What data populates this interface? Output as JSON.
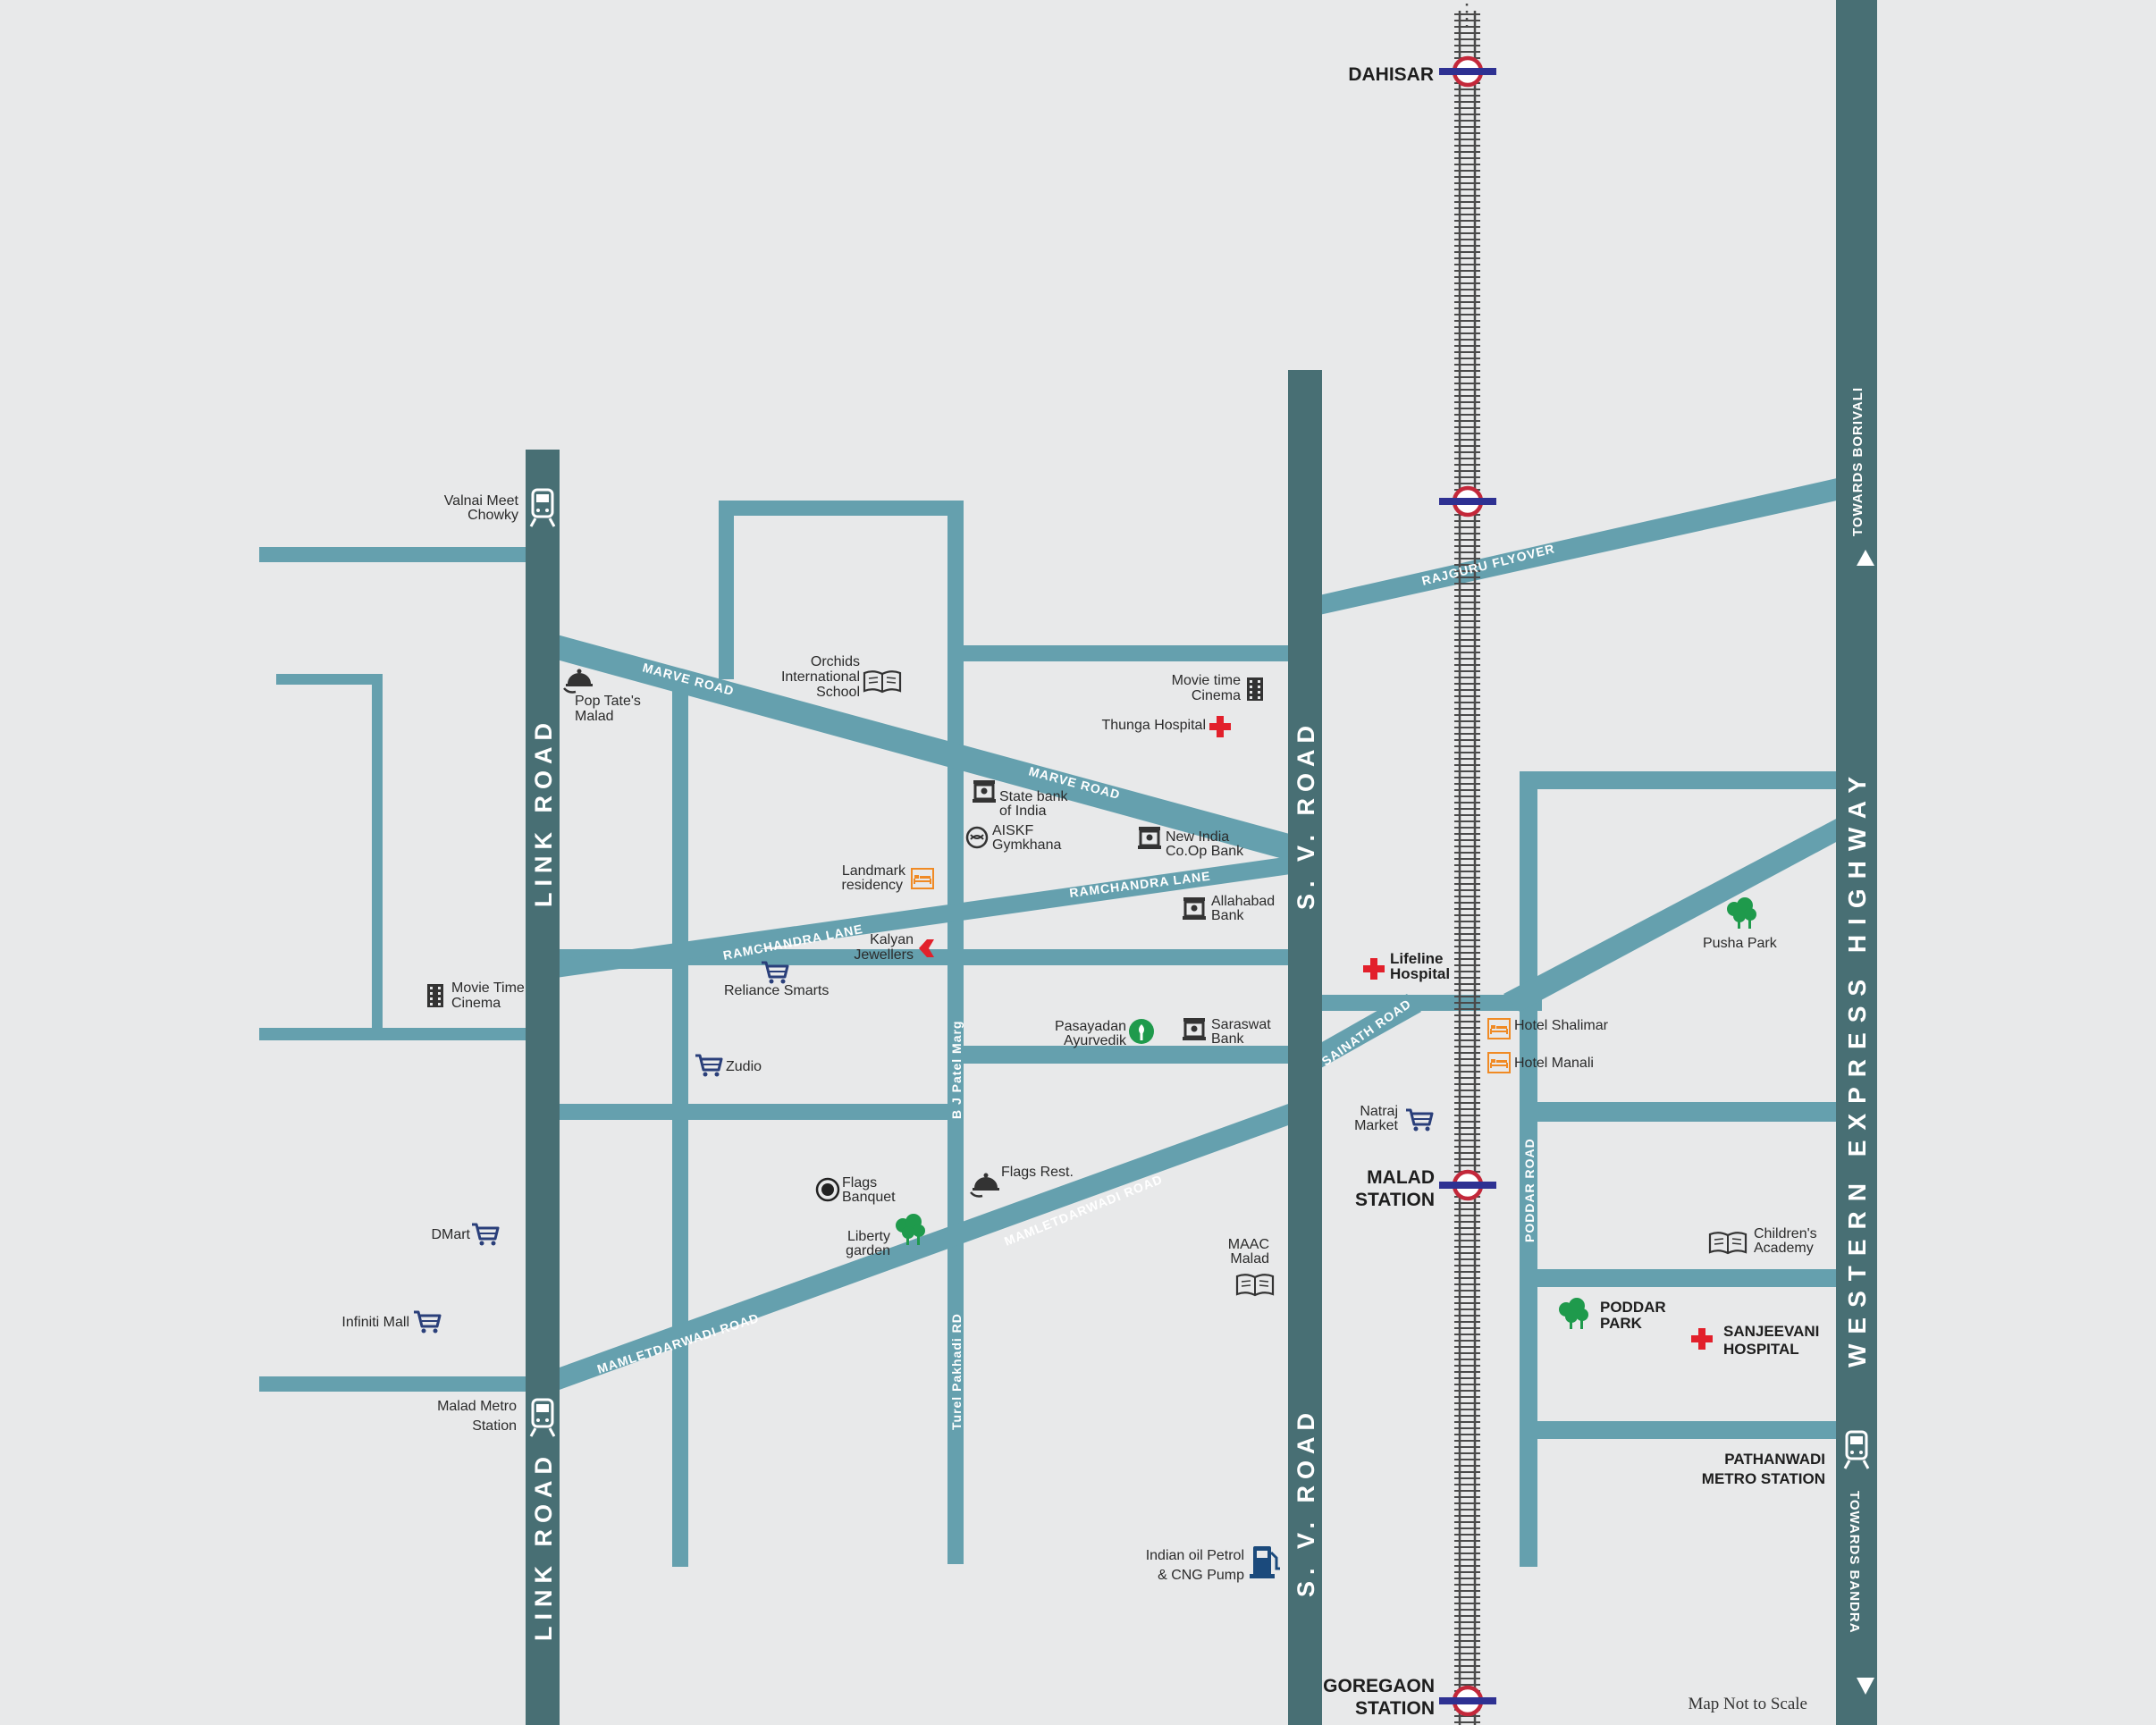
{
  "colors": {
    "background": "#e8e9ea",
    "minor_road": "#65a0ae",
    "major_road": "#486f74",
    "railway": "#4a4a4a",
    "station_ring": "#c3283a",
    "station_bar": "#2e3192",
    "hospital": "#e2202b",
    "park": "#1f9a4c",
    "hotel": "#f08a24",
    "shop": "#2a3f7a",
    "icon_dark": "#333333",
    "fuel": "#1b4a7c"
  },
  "roads": {
    "link_road_top": "LINK ROAD",
    "link_road_bottom": "LINK ROAD",
    "sv_road_top": "S. V. ROAD",
    "sv_road_bottom": "S. V. ROAD",
    "western_express_highway": "WESTERN EXPRESS HIGHWAY",
    "towards_borivali": "TOWARDS BORIVALI",
    "towards_bandra": "TOWARDS BANDRA",
    "marve_road_1": "MARVE ROAD",
    "marve_road_2": "MARVE ROAD",
    "ramchandra_lane_1": "RAMCHANDRA LANE",
    "ramchandra_lane_2": "RAMCHANDRA LANE",
    "mamletdarwadi_road_1": "MAMLETDARWADI ROAD",
    "mamletdarwadi_road_2": "MAMLETDARWADI ROAD",
    "sainath_road": "SAINATH ROAD",
    "rajguru_flyover": "RAJGURU FLYOVER",
    "poddar_road": "PODDAR ROAD",
    "bj_patel_marg": "B J Patel Marg",
    "turel_pakhadi_rd": "Turel Pakhadi RD"
  },
  "stations": {
    "dahisar": "DAHISAR",
    "malad_1": "MALAD",
    "malad_2": "STATION",
    "goregaon_1": "GOREGAON",
    "goregaon_2": "STATION"
  },
  "pois": {
    "valnai_1": "Valnai Meet",
    "valnai_2": "Chowky",
    "poptates_1": "Pop Tate's",
    "poptates_2": "Malad",
    "orchids_1": "Orchids",
    "orchids_2": "International",
    "orchids_3": "School",
    "movietime_1": "Movie time",
    "movietime_2": "Cinema",
    "thunga": "Thunga Hospital",
    "sbi_1": "State bank",
    "sbi_2": "of India",
    "aiskf_1": "AISKF",
    "aiskf_2": "Gymkhana",
    "newindia_1": "New India",
    "newindia_2": "Co.Op Bank",
    "landmark_1": "Landmark",
    "landmark_2": "residency",
    "allahabad_1": "Allahabad",
    "allahabad_2": "Bank",
    "kalyan_1": "Kalyan",
    "kalyan_2": "Jewellers",
    "reliance": "Reliance Smarts",
    "movietime2_1": "Movie Time",
    "movietime2_2": "Cinema",
    "lifeline_1": "Lifeline",
    "lifeline_2": "Hospital",
    "pusha": "Pusha Park",
    "hotel_shalimar": "Hotel Shalimar",
    "hotel_manali": "Hotel Manali",
    "pasayadan_1": "Pasayadan",
    "pasayadan_2": "Ayurvedik",
    "saraswat_1": "Saraswat",
    "saraswat_2": "Bank",
    "zudio": "Zudio",
    "natraj_1": "Natraj",
    "natraj_2": "Market",
    "flags_banquet_1": "Flags",
    "flags_banquet_2": "Banquet",
    "flags_rest": "Flags Rest.",
    "dmart": "DMart",
    "liberty_1": "Liberty",
    "liberty_2": "garden",
    "maac_1": "MAAC",
    "maac_2": "Malad",
    "childrens_1": "Children's",
    "childrens_2": "Academy",
    "poddar_park_1": "PODDAR",
    "poddar_park_2": "PARK",
    "sanjeevani_1": "SANJEEVANI",
    "sanjeevani_2": "HOSPITAL",
    "infiniti": "Infiniti Mall",
    "malad_metro_1": "Malad Metro",
    "malad_metro_2": "Station",
    "pathanwadi_1": "PATHANWADI",
    "pathanwadi_2": "METRO STATION",
    "indianoil_1": "Indian oil Petrol",
    "indianoil_2": "& CNG Pump"
  },
  "footer": {
    "scale_note": "Map Not to Scale"
  },
  "icons": [
    "metro-train-icon",
    "restaurant-icon",
    "book-icon",
    "film-icon",
    "hospital-cross-icon",
    "bank-icon",
    "gymkhana-icon",
    "hotel-bed-icon",
    "diamond-icon",
    "shopping-cart-icon",
    "tree-icon",
    "ayurvedic-icon",
    "banquet-icon",
    "fuel-pump-icon",
    "railway-station-icon"
  ]
}
